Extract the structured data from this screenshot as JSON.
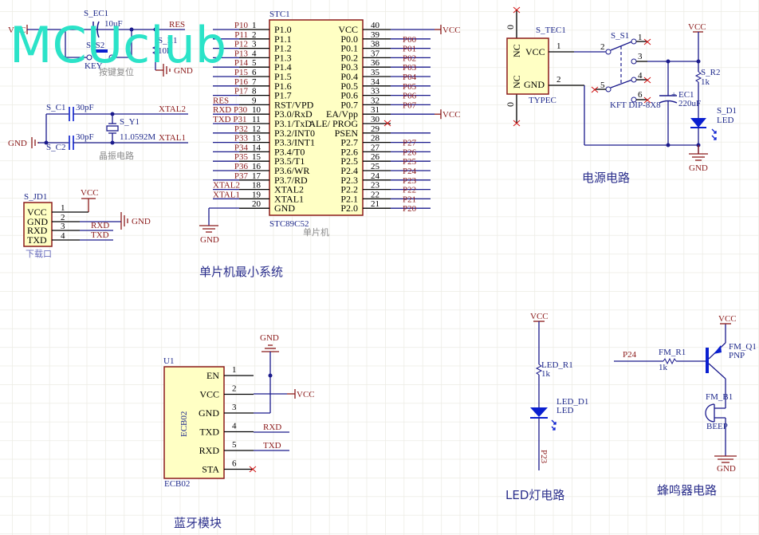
{
  "logo": {
    "text": "MCUclub",
    "color": "#2be3c8"
  },
  "colors": {
    "wire": "#1a1a8c",
    "net_label": "#8b1a1a",
    "component_body": "#ffffc4",
    "grid": "#ecebe4",
    "no_connect": "#d01010"
  },
  "sections": {
    "reset": {
      "note": "按键复位",
      "vcc": "VCC",
      "res": "RES",
      "gnd": "GND",
      "cap": {
        "ref": "S_EC1",
        "value": "10uF"
      },
      "key": {
        "ref": "S_S2",
        "value": "KEY"
      },
      "res_comp": {
        "ref": "S_R1",
        "value": "10k"
      }
    },
    "crystal": {
      "note": "晶振电路",
      "gnd": "GND",
      "c1": {
        "ref": "S_C1",
        "value": "30pF"
      },
      "c2": {
        "ref": "S_C2",
        "value": "30pF"
      },
      "y1": {
        "ref": "S_Y1",
        "value": "11.0592M"
      },
      "xtal2": "XTAL2",
      "xtal1": "XTAL1"
    },
    "download": {
      "ref": "S_JD1",
      "note": "下载口",
      "pins": [
        "VCC",
        "GND",
        "RXD",
        "TXD"
      ],
      "pin_numbers": [
        "1",
        "2",
        "3",
        "4"
      ],
      "vcc": "VCC",
      "gnd": "GND",
      "rxd": "RXD",
      "txd": "TXD"
    },
    "mcu": {
      "ref": "STC1",
      "part": "STC89C52",
      "note": "单片机",
      "title": "单片机最小系统",
      "left_pins": [
        {
          "num": "1",
          "name": "P1.0",
          "net": "P10"
        },
        {
          "num": "2",
          "name": "P1.1",
          "net": "P11"
        },
        {
          "num": "3",
          "name": "P1.2",
          "net": "P12"
        },
        {
          "num": "4",
          "name": "P1.3",
          "net": "P13"
        },
        {
          "num": "5",
          "name": "P1.4",
          "net": "P14"
        },
        {
          "num": "6",
          "name": "P1.5",
          "net": "P15"
        },
        {
          "num": "7",
          "name": "P1.6",
          "net": "P16"
        },
        {
          "num": "8",
          "name": "P1.7",
          "net": "P17"
        },
        {
          "num": "9",
          "name": "RST/VPD",
          "net": "RES"
        },
        {
          "num": "10",
          "name": "P3.0/RxD",
          "net": "RXD P30"
        },
        {
          "num": "11",
          "name": "P3.1/TxD",
          "net": "TXD P31"
        },
        {
          "num": "12",
          "name": "P3.2/INT0",
          "net": "P32"
        },
        {
          "num": "13",
          "name": "P3.3/INT1",
          "net": "P33"
        },
        {
          "num": "14",
          "name": "P3.4/T0",
          "net": "P34"
        },
        {
          "num": "15",
          "name": "P3.5/T1",
          "net": "P35"
        },
        {
          "num": "16",
          "name": "P3.6/WR",
          "net": "P36"
        },
        {
          "num": "17",
          "name": "P3.7/RD",
          "net": "P37"
        },
        {
          "num": "18",
          "name": "XTAL2",
          "net": "XTAL2"
        },
        {
          "num": "19",
          "name": "XTAL1",
          "net": "XTAL1"
        },
        {
          "num": "20",
          "name": "GND",
          "net": ""
        }
      ],
      "right_pins": [
        {
          "num": "40",
          "name": "VCC",
          "net": "VCC"
        },
        {
          "num": "39",
          "name": "P0.0",
          "net": "P00"
        },
        {
          "num": "38",
          "name": "P0.1",
          "net": "P01"
        },
        {
          "num": "37",
          "name": "P0.2",
          "net": "P02"
        },
        {
          "num": "36",
          "name": "P0.3",
          "net": "P03"
        },
        {
          "num": "35",
          "name": "P0.4",
          "net": "P04"
        },
        {
          "num": "34",
          "name": "P0.5",
          "net": "P05"
        },
        {
          "num": "33",
          "name": "P0.6",
          "net": "P06"
        },
        {
          "num": "32",
          "name": "P0.7",
          "net": "P07"
        },
        {
          "num": "31",
          "name": "EA/Vpp",
          "net": "VCC"
        },
        {
          "num": "30",
          "name": "ALE/ PROG",
          "net": ""
        },
        {
          "num": "29",
          "name": "PSEN",
          "net": ""
        },
        {
          "num": "28",
          "name": "P2.7",
          "net": "P27"
        },
        {
          "num": "27",
          "name": "P2.6",
          "net": "P26"
        },
        {
          "num": "26",
          "name": "P2.5",
          "net": "P25"
        },
        {
          "num": "25",
          "name": "P2.4",
          "net": "P24"
        },
        {
          "num": "24",
          "name": "P2.3",
          "net": "P23"
        },
        {
          "num": "23",
          "name": "P2.2",
          "net": "P22"
        },
        {
          "num": "22",
          "name": "P2.1",
          "net": "P21"
        },
        {
          "num": "21",
          "name": "P2.0",
          "net": "P20"
        }
      ],
      "gnd": "GND"
    },
    "power": {
      "title": "电源电路",
      "usb": {
        "ref": "S_TEC1",
        "part": "TYPEC",
        "pins": [
          "VCC",
          "GND"
        ],
        "nc": "NC",
        "pin_numbers": [
          "1",
          "2"
        ],
        "zero": "0"
      },
      "switch": {
        "ref": "S_S1",
        "part": "KFT DIP-8X8",
        "pins": [
          "1",
          "2",
          "3",
          "4",
          "5",
          "6"
        ]
      },
      "cap": {
        "ref": "EC1",
        "value": "220uF"
      },
      "res": {
        "ref": "S_R2",
        "value": "1k"
      },
      "led": {
        "ref": "S_D1",
        "value": "LED"
      },
      "vcc": "VCC",
      "gnd": "GND"
    },
    "bluetooth": {
      "title": "蓝牙模块",
      "ref": "U1",
      "part": "ECB02",
      "body_label": "ECB02",
      "pins": [
        {
          "num": "1",
          "name": "EN"
        },
        {
          "num": "2",
          "name": "VCC"
        },
        {
          "num": "3",
          "name": "GND"
        },
        {
          "num": "4",
          "name": "TXD"
        },
        {
          "num": "5",
          "name": "RXD"
        },
        {
          "num": "6",
          "name": "STA"
        }
      ],
      "gnd": "GND",
      "vcc": "VCC",
      "rxd": "RXD",
      "txd": "TXD"
    },
    "led": {
      "title": "LED灯电路",
      "vcc": "VCC",
      "res": {
        "ref": "LED_R1",
        "value": "1k"
      },
      "diode": {
        "ref": "LED_D1",
        "value": "LED"
      },
      "net": "P23"
    },
    "buzzer": {
      "title": "蜂鸣器电路",
      "net": "P24",
      "vcc": "VCC",
      "gnd": "GND",
      "res": {
        "ref": "FM_R1",
        "value": "1k"
      },
      "q": {
        "ref": "FM_Q1",
        "value": "PNP"
      },
      "b": {
        "ref": "FM_B1",
        "value": "BEEP"
      }
    }
  }
}
